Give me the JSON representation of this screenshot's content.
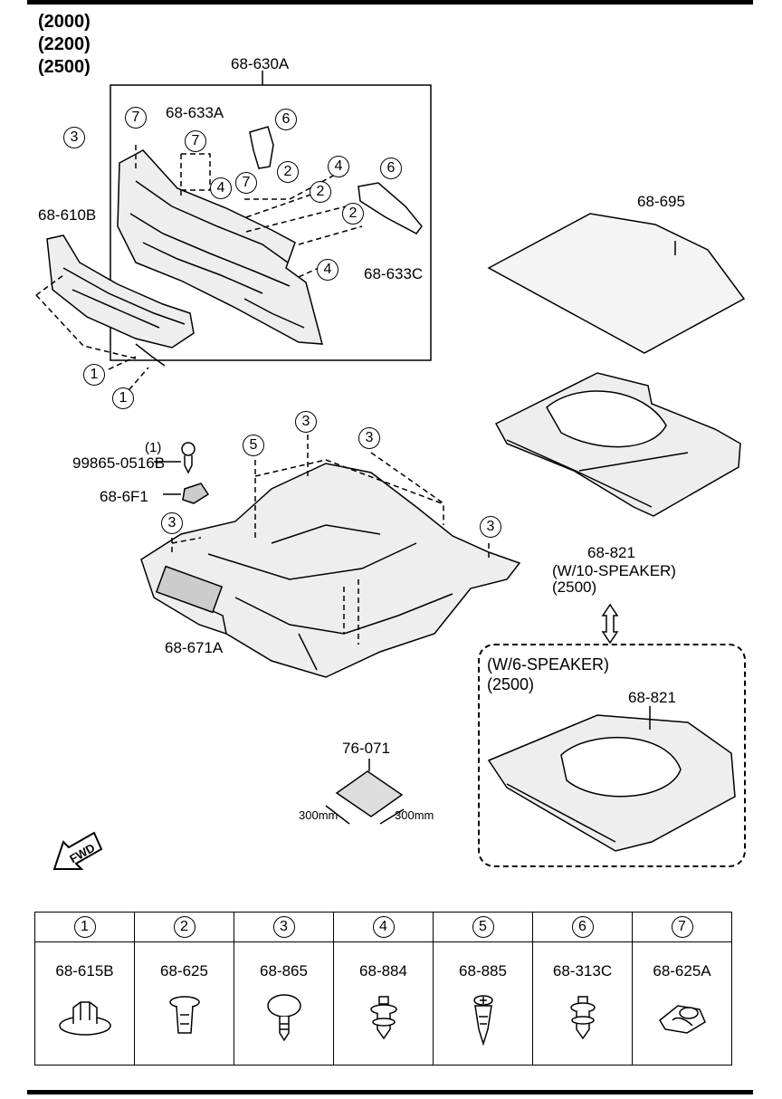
{
  "models": [
    "(2000)",
    "(2200)",
    "(2500)"
  ],
  "callouts": {
    "c1": "1",
    "c2": "2",
    "c3": "3",
    "c4": "4",
    "c5": "5",
    "c6": "6",
    "c7": "7"
  },
  "parts": {
    "p_630A": "68-630A",
    "p_633A": "68-633A",
    "p_633C": "68-633C",
    "p_610B": "68-610B",
    "p_695": "68-695",
    "p_821_top": "68-821",
    "p_821_note1": "(W/10-SPEAKER)",
    "p_821_note2": "(2500)",
    "p_9986": "99865-0516B",
    "p_9986_qty": "(1)",
    "p_6F1": "68-6F1",
    "p_671A": "68-671A",
    "p_076": "76-071",
    "dim_left": "300mm",
    "dim_right": "300mm",
    "fwd": "FWD"
  },
  "variant_box": {
    "title": "(W/6-SPEAKER)",
    "model": "(2500)",
    "part": "68-821"
  },
  "legend": [
    {
      "num": "1",
      "part": "68-615B"
    },
    {
      "num": "2",
      "part": "68-625"
    },
    {
      "num": "3",
      "part": "68-865"
    },
    {
      "num": "4",
      "part": "68-884"
    },
    {
      "num": "5",
      "part": "68-885"
    },
    {
      "num": "6",
      "part": "68-313C"
    },
    {
      "num": "7",
      "part": "68-625A"
    }
  ]
}
